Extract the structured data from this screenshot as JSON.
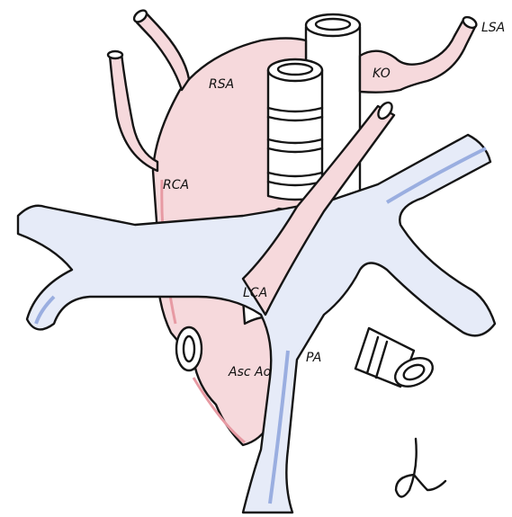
{
  "labels": {
    "rsa": "RSA",
    "lsa": "LSA",
    "ko": "KO",
    "rca": "RCA",
    "lca": "LCA",
    "asc_ao": "Asc Ao",
    "pa": "PA"
  },
  "colors": {
    "artery_fill": "#f6d9dc",
    "artery_shade": "#e79aa3",
    "vein_fill": "#e6ebf8",
    "vein_shade": "#9aaee0",
    "trachea_fill": "#ffffff",
    "ink": "#151515"
  }
}
